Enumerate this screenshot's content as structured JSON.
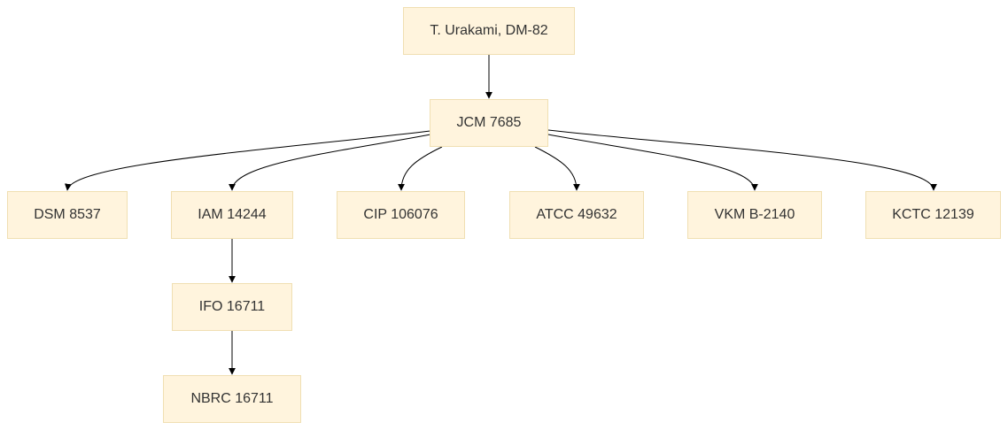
{
  "nodes": {
    "t_urakami": "T. Urakami, DM-82",
    "jcm": "JCM 7685",
    "dsm": "DSM 8537",
    "iam": "IAM 14244",
    "cip": "CIP 106076",
    "atcc": "ATCC 49632",
    "vkm": "VKM B-2140",
    "kctc": "KCTC 12139",
    "ifo": "IFO 16711",
    "nbrc": "NBRC 16711"
  },
  "edges": [
    [
      "t_urakami",
      "jcm"
    ],
    [
      "jcm",
      "dsm"
    ],
    [
      "jcm",
      "iam"
    ],
    [
      "jcm",
      "cip"
    ],
    [
      "jcm",
      "atcc"
    ],
    [
      "jcm",
      "vkm"
    ],
    [
      "jcm",
      "kctc"
    ],
    [
      "iam",
      "ifo"
    ],
    [
      "ifo",
      "nbrc"
    ]
  ],
  "colors": {
    "node_fill": "#fff4dd",
    "node_border": "#f0dfb2",
    "edge": "#000000",
    "text": "#333333"
  }
}
